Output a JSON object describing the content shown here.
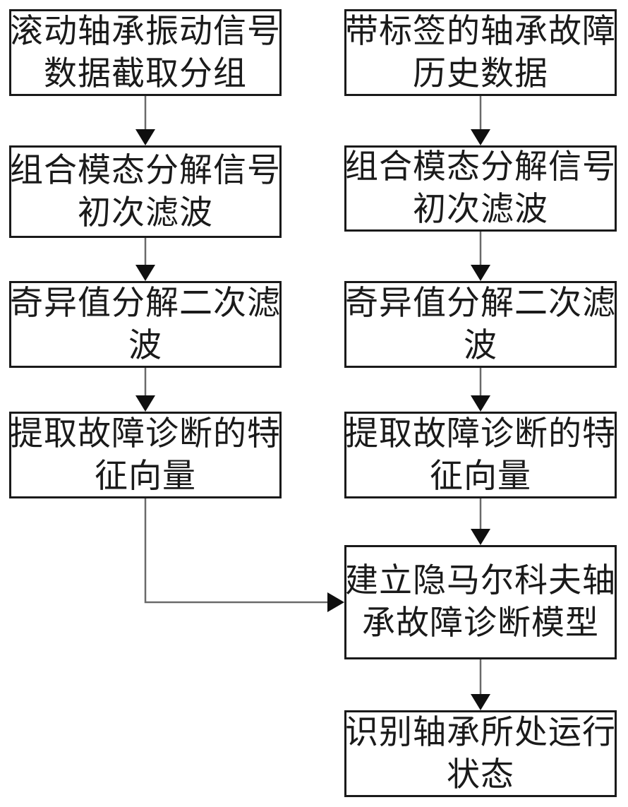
{
  "diagram": {
    "background_color": "#ffffff",
    "box_border_color": "#1a1a1a",
    "box_fill_color": "#ffffff",
    "text_color": "#1a1a1a",
    "connector_line_color": "#6a6a6a",
    "arrowhead_color": "#0f0f0f",
    "nodes": {
      "left1": {
        "lines": [
          "滚动轴承振动信号",
          "数据截取分组"
        ]
      },
      "left2": {
        "lines": [
          "组合模态分解信号",
          "初次滤波"
        ]
      },
      "left3": {
        "lines": [
          "奇异值分解二次滤",
          "波"
        ]
      },
      "left4": {
        "lines": [
          "提取故障诊断的特",
          "征向量"
        ]
      },
      "right1": {
        "lines": [
          "带标签的轴承故障",
          "历史数据"
        ]
      },
      "right2": {
        "lines": [
          "组合模态分解信号",
          "初次滤波"
        ]
      },
      "right3": {
        "lines": [
          "奇异值分解二次滤",
          "波"
        ]
      },
      "right4": {
        "lines": [
          "提取故障诊断的特",
          "征向量"
        ]
      },
      "right5": {
        "lines": [
          "建立隐马尔科夫轴",
          "承故障诊断模型"
        ]
      },
      "right6": {
        "lines": [
          "识别轴承所处运行",
          "状态"
        ]
      }
    },
    "edges": [
      {
        "from": "left1",
        "to": "left2",
        "type": "straight-down"
      },
      {
        "from": "left2",
        "to": "left3",
        "type": "straight-down"
      },
      {
        "from": "left3",
        "to": "left4",
        "type": "straight-down"
      },
      {
        "from": "left4",
        "to": "right5",
        "type": "elbow-down-right"
      },
      {
        "from": "right1",
        "to": "right2",
        "type": "straight-down"
      },
      {
        "from": "right2",
        "to": "right3",
        "type": "straight-down"
      },
      {
        "from": "right3",
        "to": "right4",
        "type": "straight-down"
      },
      {
        "from": "right4",
        "to": "right5",
        "type": "straight-down"
      },
      {
        "from": "right5",
        "to": "right6",
        "type": "straight-down"
      }
    ]
  }
}
